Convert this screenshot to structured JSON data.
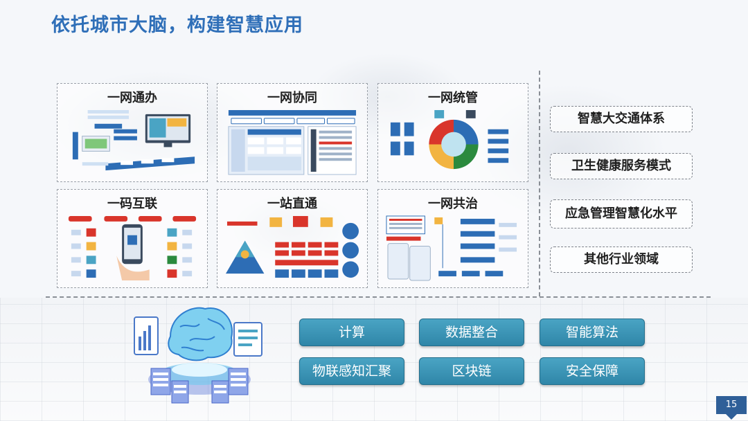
{
  "title": "依托城市大脑，构建智慧应用",
  "cards": [
    {
      "title": "一网通办"
    },
    {
      "title": "一网协同"
    },
    {
      "title": "一网统管"
    },
    {
      "title": "一码互联"
    },
    {
      "title": "一站直通"
    },
    {
      "title": "一网共治"
    }
  ],
  "domains": [
    {
      "label": "智慧大交通体系"
    },
    {
      "label": "卫生健康服务模式"
    },
    {
      "label": "应急管理智慧化水平"
    },
    {
      "label": "其他行业领域"
    }
  ],
  "tech": [
    {
      "label": "计算"
    },
    {
      "label": "数据整合"
    },
    {
      "label": "智能算法"
    },
    {
      "label": "物联感知汇聚"
    },
    {
      "label": "区块链"
    },
    {
      "label": "安全保障"
    }
  ],
  "page_number": "15",
  "colors": {
    "title": "#2f6fb8",
    "tech_button": "#3a94b6",
    "page_badge": "#2f5f98",
    "accent_red": "#d9352b",
    "accent_blue": "#2d6db5"
  },
  "icons": {
    "brain_illustration": "brain-server-icon"
  }
}
